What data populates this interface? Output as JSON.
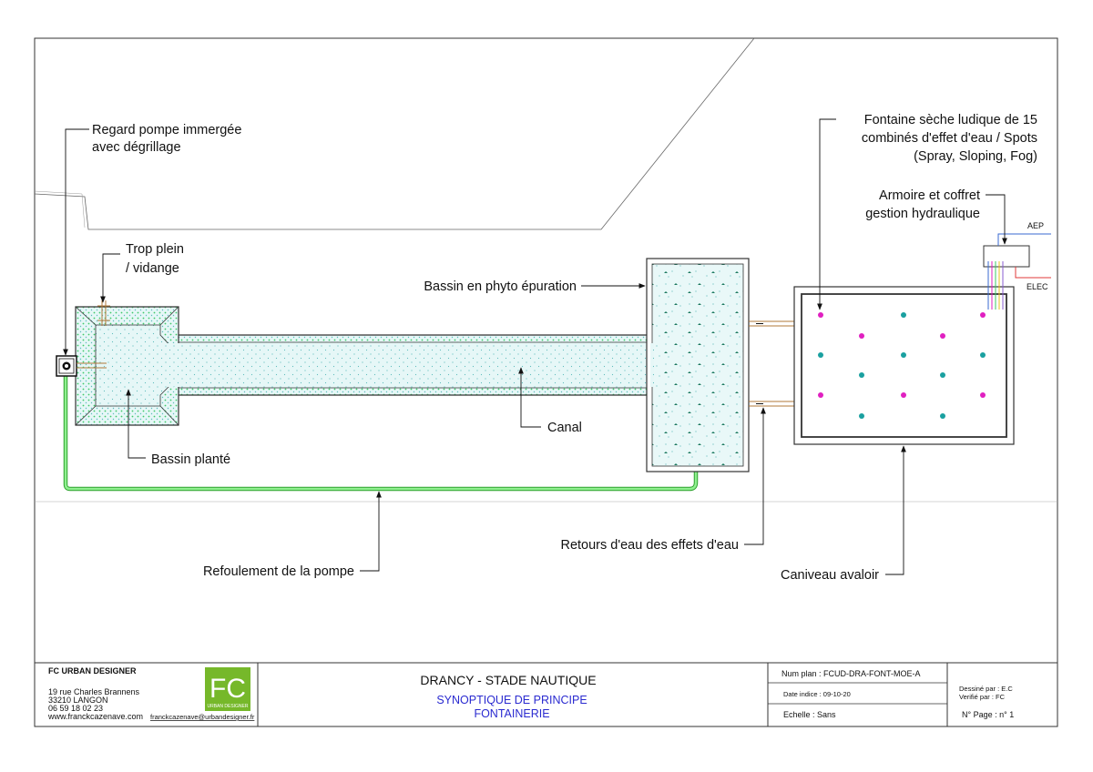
{
  "labels": {
    "regard_line1": "Regard pompe immergée",
    "regard_line2": "avec dégrillage",
    "trop_line1": "Trop plein",
    "trop_line2": "/ vidange",
    "bassin_plante": "Bassin planté",
    "canal": "Canal",
    "bassin_phyto": "Bassin en phyto épuration",
    "refoulement": "Refoulement de la pompe",
    "retours": "Retours d'eau des effets d'eau",
    "caniveau": "Caniveau avaloir",
    "fontaine_line1": "Fontaine sèche ludique de 15",
    "fontaine_line2": "combinés d'effet d'eau / Spots",
    "fontaine_line3": "(Spray, Sloping, Fog)",
    "armoire_line1": "Armoire et coffret",
    "armoire_line2": "gestion hydraulique",
    "aep": "AEP",
    "elec": "ELEC"
  },
  "company": {
    "name": "FC URBAN DESIGNER",
    "address1": "19 rue Charles Brannens",
    "address2": "33210 LANGON",
    "phone": "06 59 18 02 23",
    "website": "www.franckcazenave.com",
    "email": "franckcazenave@urbandesigner.fr",
    "logo_text": "FC",
    "logo_sub": "URBAN DESIGNER"
  },
  "project": {
    "title": "DRANCY - STADE NAUTIQUE",
    "subtitle1": "SYNOPTIQUE DE PRINCIPE",
    "subtitle2": "FONTAINERIE"
  },
  "plan": {
    "num_plan": "Num plan : FCUD-DRA-FONT-MOE-A",
    "date_indice": "Date indice : 09-10-20",
    "echelle": "Echelle : Sans",
    "dessine": "Dessiné par : E.C",
    "verifie": "Verifié par : FC",
    "page": "N° Page : n° 1"
  },
  "colors": {
    "water_fill": "#dff5f5",
    "planting": "#3ec96a",
    "pipe_green": "#6fe56f",
    "pipe_brown": "#b07a3a",
    "logo_green": "#76b82a",
    "magenta": "#e020c0",
    "teal": "#1aa0a0",
    "aep_blue": "#3a6ad0",
    "elec_red": "#e03a3a"
  }
}
